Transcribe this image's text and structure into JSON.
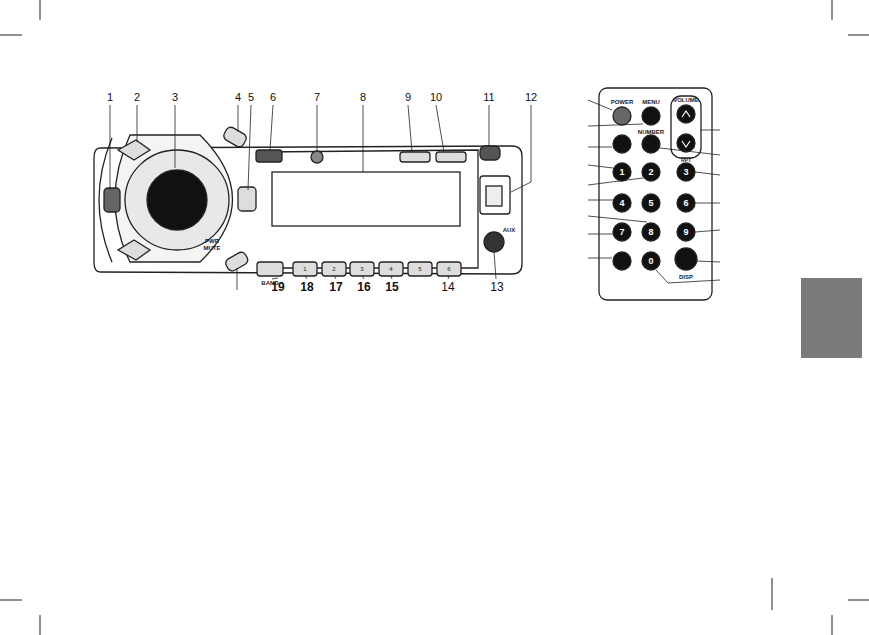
{
  "diagram": {
    "labels": [
      "1",
      "2",
      "3",
      "4",
      "5",
      "6",
      "7",
      "8",
      "9",
      "10",
      "11",
      "12",
      "19",
      "18",
      "17",
      "16",
      "15",
      "14",
      "13",
      "PWR",
      "MUTE",
      "BAND",
      "AUX",
      "1",
      "2",
      "3",
      "4",
      "5",
      "6",
      "POWER",
      "MENU",
      "VOLUME",
      "NUMBER",
      "1",
      "2",
      "3",
      "4",
      "5",
      "6",
      "7",
      "8",
      "9",
      "0",
      "DISP",
      "RPT"
    ]
  }
}
